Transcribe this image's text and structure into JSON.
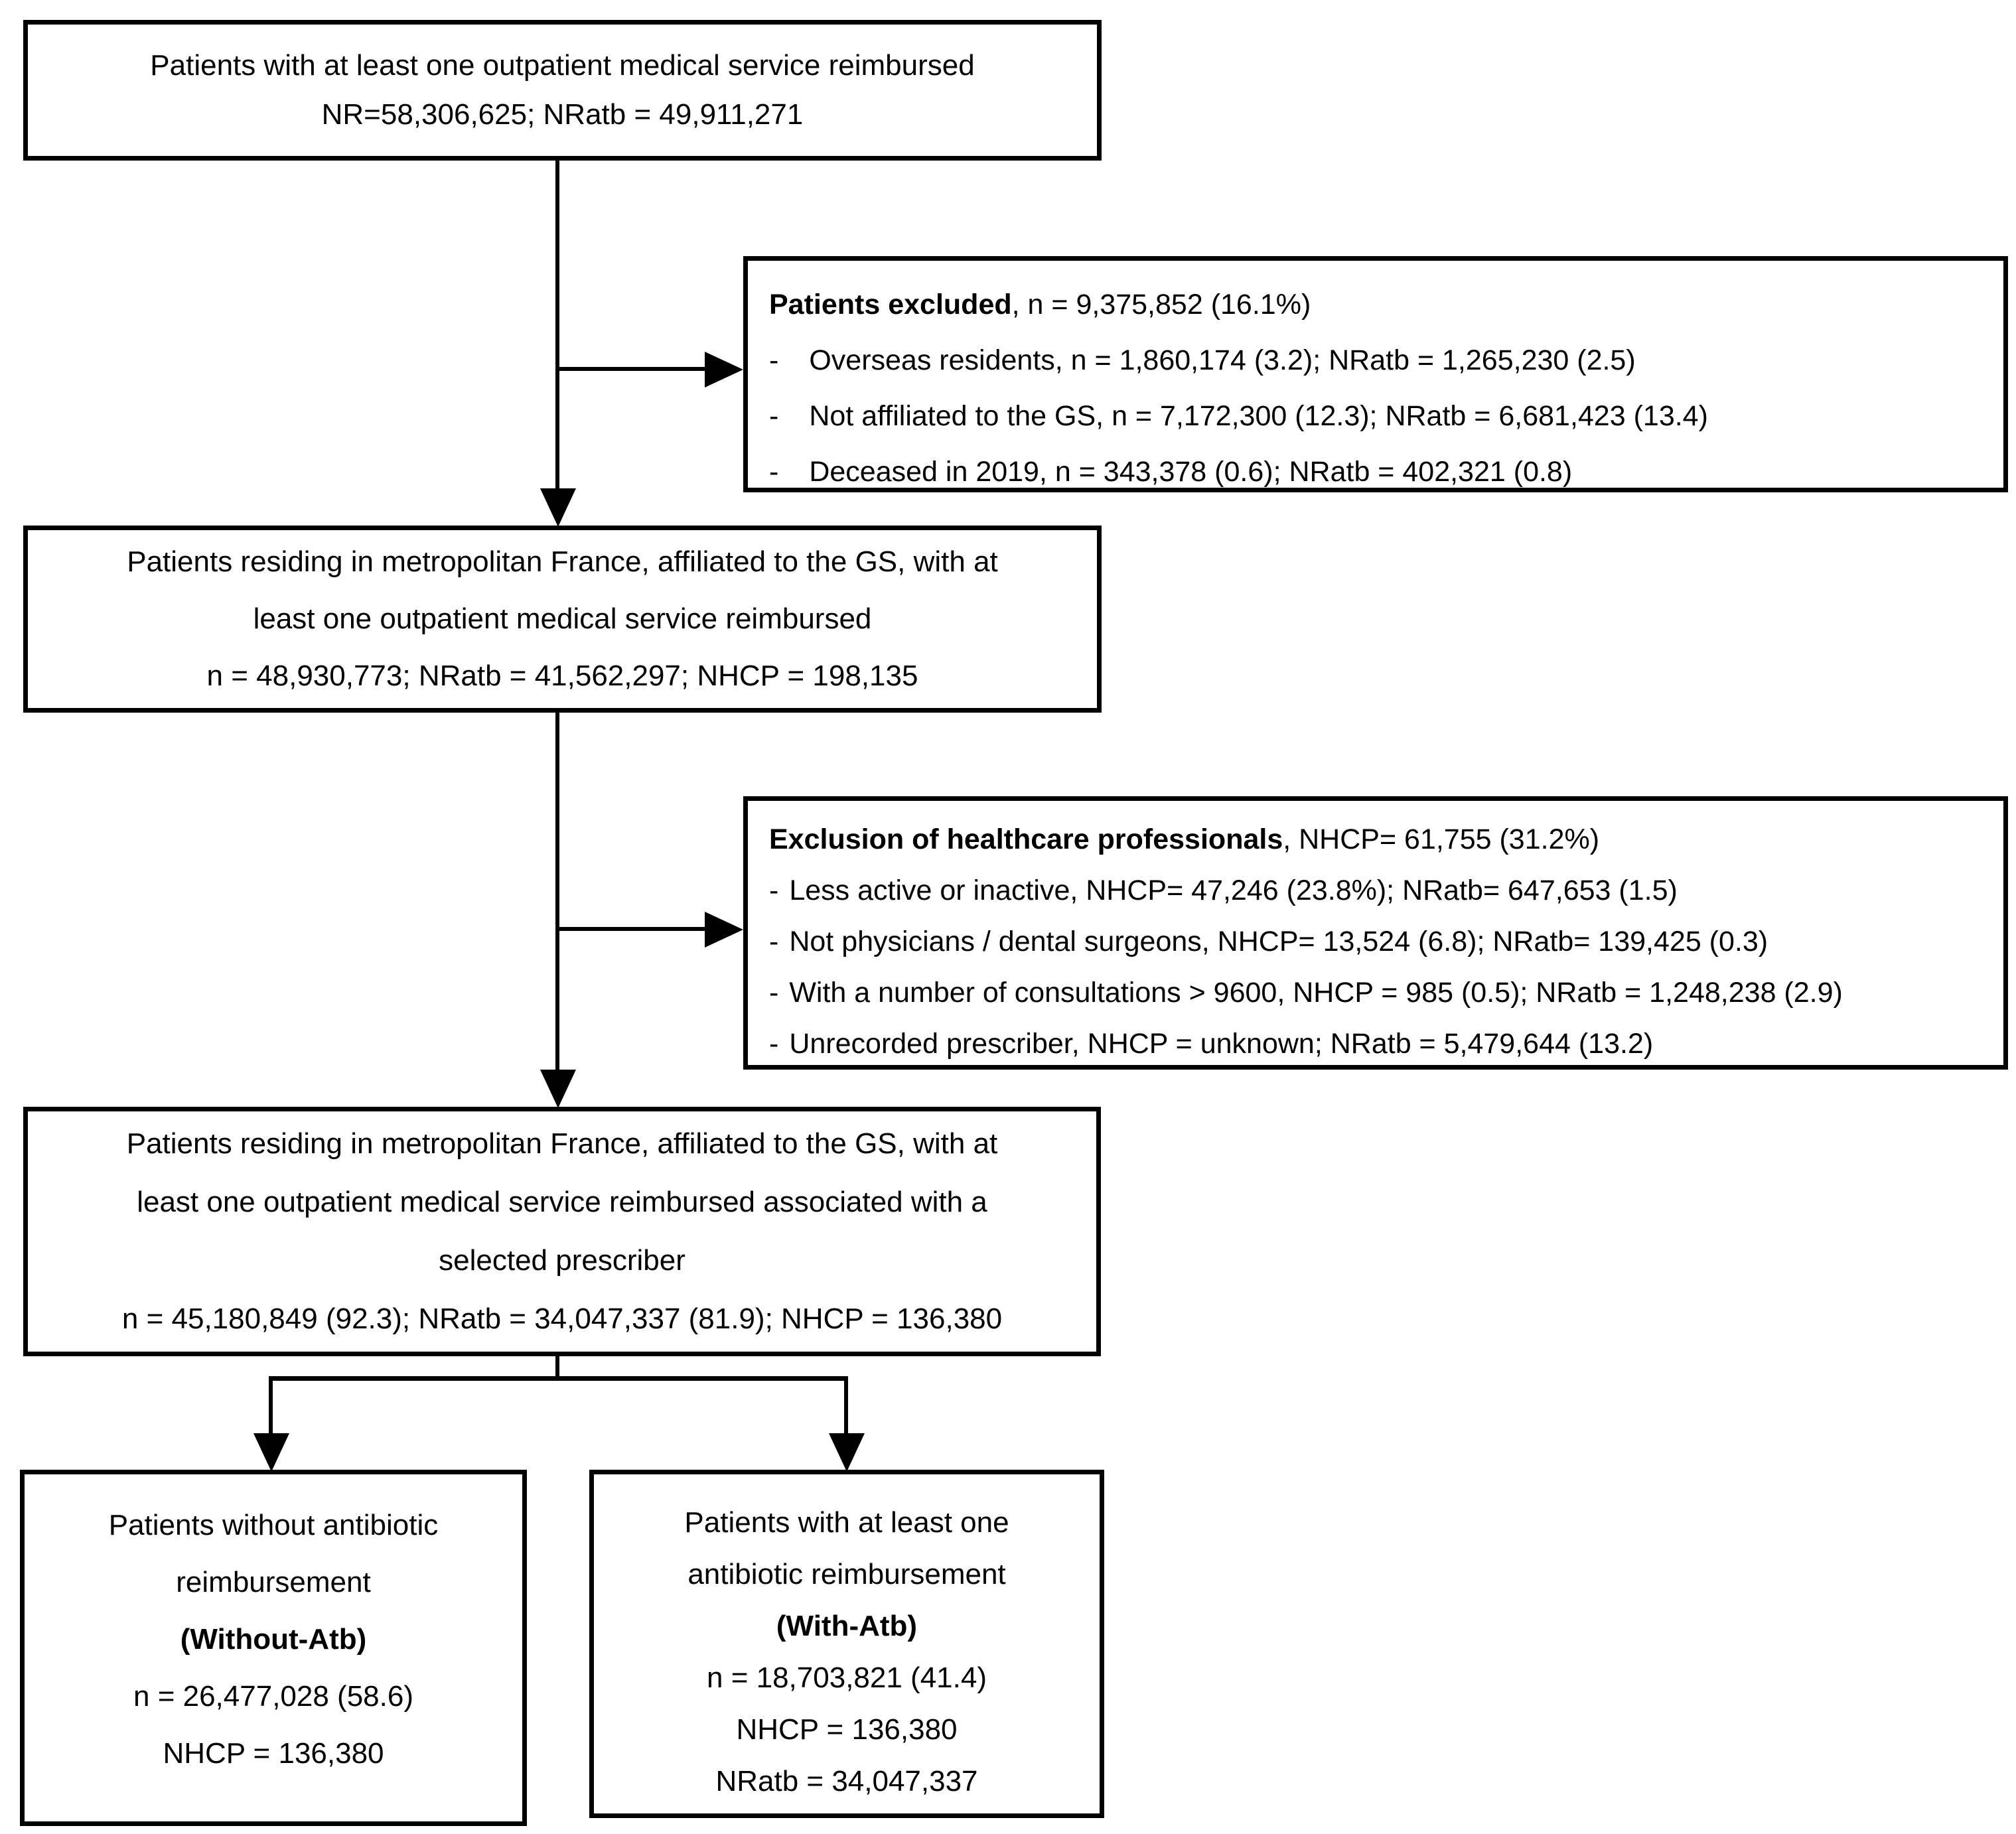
{
  "colors": {
    "line": "#000000",
    "background": "#ffffff",
    "text": "#000000"
  },
  "bullet": "-",
  "boxes": {
    "source": {
      "lines": [
        "Patients with at least one outpatient medical service reimbursed",
        "NR=58,306,625; NRatb = 49,911,271"
      ]
    },
    "excluded": {
      "title_bold": "Patients excluded",
      "title_rest": ", n = 9,375,852 (16.1%)",
      "items": [
        "Overseas residents, n = 1,860,174 (3.2); NRatb = 1,265,230 (2.5)",
        "Not affiliated to the GS, n = 7,172,300 (12.3); NRatb = 6,681,423 (13.4)",
        "Deceased in 2019, n = 343,378 (0.6); NRatb = 402,321 (0.8)"
      ]
    },
    "metropolitan": {
      "lines": [
        "Patients residing in metropolitan France, affiliated to the GS, with at",
        "least one outpatient medical service reimbursed",
        "n = 48,930,773; NRatb = 41,562,297; NHCP = 198,135"
      ]
    },
    "hcp_excluded": {
      "title_bold": "Exclusion of healthcare professionals",
      "title_rest": ", NHCP= 61,755 (31.2%)",
      "items": [
        "Less active or inactive, NHCP= 47,246 (23.8%); NRatb= 647,653 (1.5)",
        "Not physicians / dental surgeons, NHCP= 13,524 (6.8); NRatb= 139,425 (0.3)",
        "With a number of consultations > 9600, NHCP = 985 (0.5); NRatb = 1,248,238 (2.9)",
        "Unrecorded prescriber, NHCP = unknown; NRatb = 5,479,644 (13.2)"
      ]
    },
    "selected": {
      "lines": [
        "Patients residing in metropolitan France, affiliated to the GS, with at",
        "least one outpatient medical service reimbursed associated with a",
        "selected prescriber",
        "n = 45,180,849 (92.3); NRatb = 34,047,337 (81.9); NHCP = 136,380"
      ]
    },
    "without_atb": {
      "lines": [
        "Patients without antibiotic",
        "reimbursement"
      ],
      "label_bold": "(Without-Atb)",
      "stats": [
        "n = 26,477,028 (58.6)",
        "NHCP = 136,380"
      ]
    },
    "with_atb": {
      "lines": [
        "Patients with at least one",
        "antibiotic reimbursement"
      ],
      "label_bold": "(With-Atb)",
      "stats": [
        "n = 18,703,821 (41.4)",
        "NHCP = 136,380",
        "NRatb = 34,047,337"
      ]
    }
  }
}
